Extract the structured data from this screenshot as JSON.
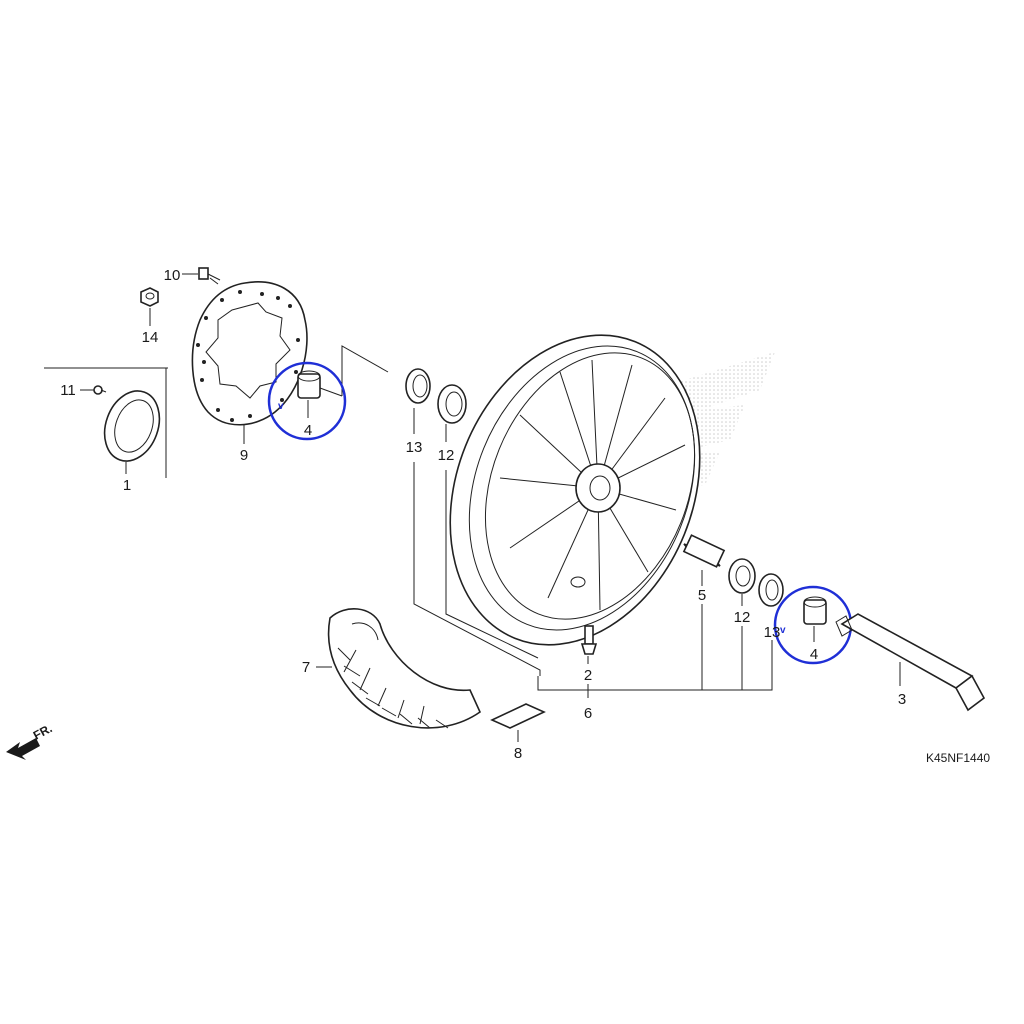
{
  "diagram": {
    "code": "K45NF1440",
    "direction_label": "FR.",
    "highlight_color": "#1f2fd6",
    "highlight_mark": "v",
    "parts": {
      "p1": "1",
      "p2": "2",
      "p3": "3",
      "p4a": "4",
      "p4b": "4",
      "p5": "5",
      "p6": "6",
      "p7": "7",
      "p8": "8",
      "p9": "9",
      "p10": "10",
      "p11": "11",
      "p12a": "12",
      "p12b": "12",
      "p13a": "13",
      "p13b": "13",
      "p14": "14"
    }
  }
}
